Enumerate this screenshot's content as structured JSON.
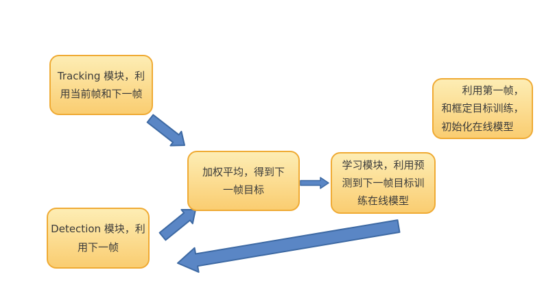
{
  "colors": {
    "background": "#FFFFFF",
    "box_fill_top": "#FDEDB4",
    "box_fill_bottom": "#FACD71",
    "box_border": "#EFAA33",
    "arrow_fill": "#5A86C5",
    "arrow_stroke": "#3D69A3",
    "text": "#3A3A3A"
  },
  "nodes": [
    {
      "id": "tracking",
      "text": "Tracking 模块，利\n用当前帧和下一帧"
    },
    {
      "id": "detection",
      "text": "Detection 模块，利\n用下一帧"
    },
    {
      "id": "average",
      "text": "加权平均，得到下\n一帧目标"
    },
    {
      "id": "learning",
      "text": "学习模块，利用预\n测到下一帧目标训\n练在线模型"
    },
    {
      "id": "init",
      "text": "　　利用第一帧，\n和框定目标训练，\n初始化在线模型"
    }
  ],
  "arrows": [
    {
      "name": "tracking-to-average",
      "direction": "down-right"
    },
    {
      "name": "detection-to-average",
      "direction": "up-right"
    },
    {
      "name": "average-to-learning",
      "direction": "right"
    },
    {
      "name": "learning-to-bottom-left",
      "direction": "left"
    }
  ]
}
